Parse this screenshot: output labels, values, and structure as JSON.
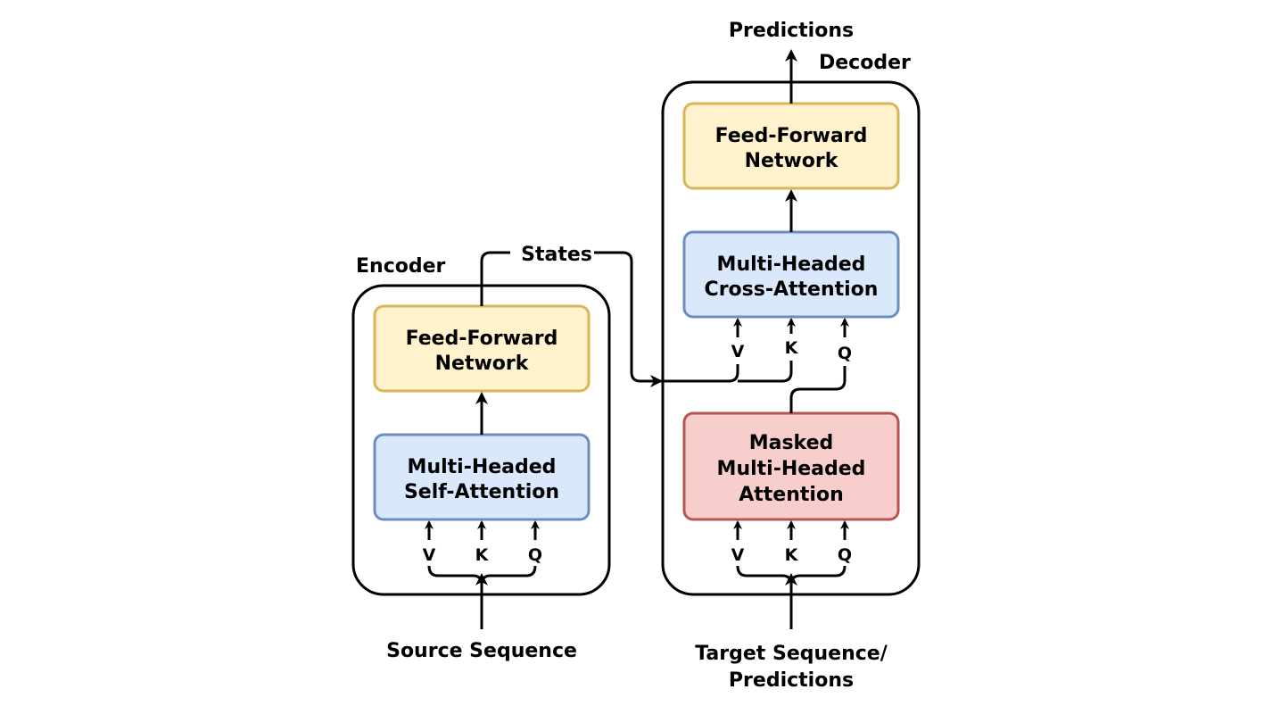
{
  "labels": {
    "encoder": "Encoder",
    "decoder": "Decoder",
    "states": "States",
    "predictions_top": "Predictions",
    "source": "Source Sequence",
    "target_line1": "Target Sequence/",
    "target_line2": "Predictions"
  },
  "encoder": {
    "ffn": {
      "line1": "Feed-Forward",
      "line2": "Network"
    },
    "attn": {
      "line1": "Multi-Headed",
      "line2": "Self-Attention"
    },
    "inputs": {
      "v": "V",
      "k": "K",
      "q": "Q"
    }
  },
  "decoder": {
    "ffn": {
      "line1": "Feed-Forward",
      "line2": "Network"
    },
    "cross": {
      "line1": "Multi-Headed",
      "line2": "Cross-Attention"
    },
    "cross_inputs": {
      "v": "V",
      "k": "K",
      "q": "Q"
    },
    "masked": {
      "line1": "Masked",
      "line2": "Multi-Headed",
      "line3": "Attention"
    },
    "masked_inputs": {
      "v": "V",
      "k": "K",
      "q": "Q"
    }
  },
  "colors": {
    "ffn_fill": "#fff2cc",
    "ffn_stroke": "#d6b656",
    "attn_fill": "#dae8fc",
    "attn_stroke": "#6c8ebf",
    "masked_fill": "#f8cecc",
    "masked_stroke": "#b85450"
  }
}
